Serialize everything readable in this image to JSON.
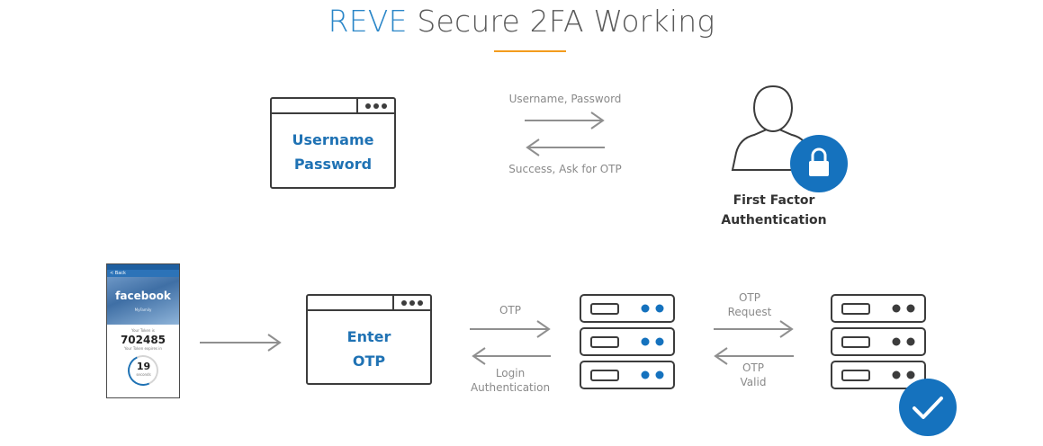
{
  "title": {
    "brand": "REVE",
    "rest": "Secure 2FA Working"
  },
  "login_window": {
    "line1": "Username",
    "line2": "Password"
  },
  "first_exchange": {
    "request_label": "Username, Password",
    "response_label": "Success, Ask for OTP"
  },
  "first_factor": {
    "line1": "First Factor",
    "line2": "Authentication"
  },
  "phone": {
    "back": "< Back",
    "app_name": "facebook",
    "sub": "MyFamily",
    "token_label": "Your Token is",
    "token": "702485",
    "token_note": "Your Token expires in",
    "seconds": "19",
    "seconds_label": "seconds"
  },
  "otp_window": {
    "line1": "Enter",
    "line2": "OTP"
  },
  "otp_exchange": {
    "request_label": "OTP",
    "response_line1": "Login",
    "response_line2": "Authentication"
  },
  "server_exchange": {
    "request_line1": "OTP",
    "request_line2": "Request",
    "response_line1": "OTP",
    "response_line2": "Valid"
  },
  "colors": {
    "brand_blue": "#2a86c8",
    "accent_orange": "#f39c1e",
    "badge_blue": "#1572be",
    "stroke": "#3c3c3c",
    "arrow": "#8f8f8f"
  },
  "icons": {
    "user": "user-icon",
    "lock": "lock-icon",
    "check": "check-icon",
    "server": "server-icon"
  }
}
